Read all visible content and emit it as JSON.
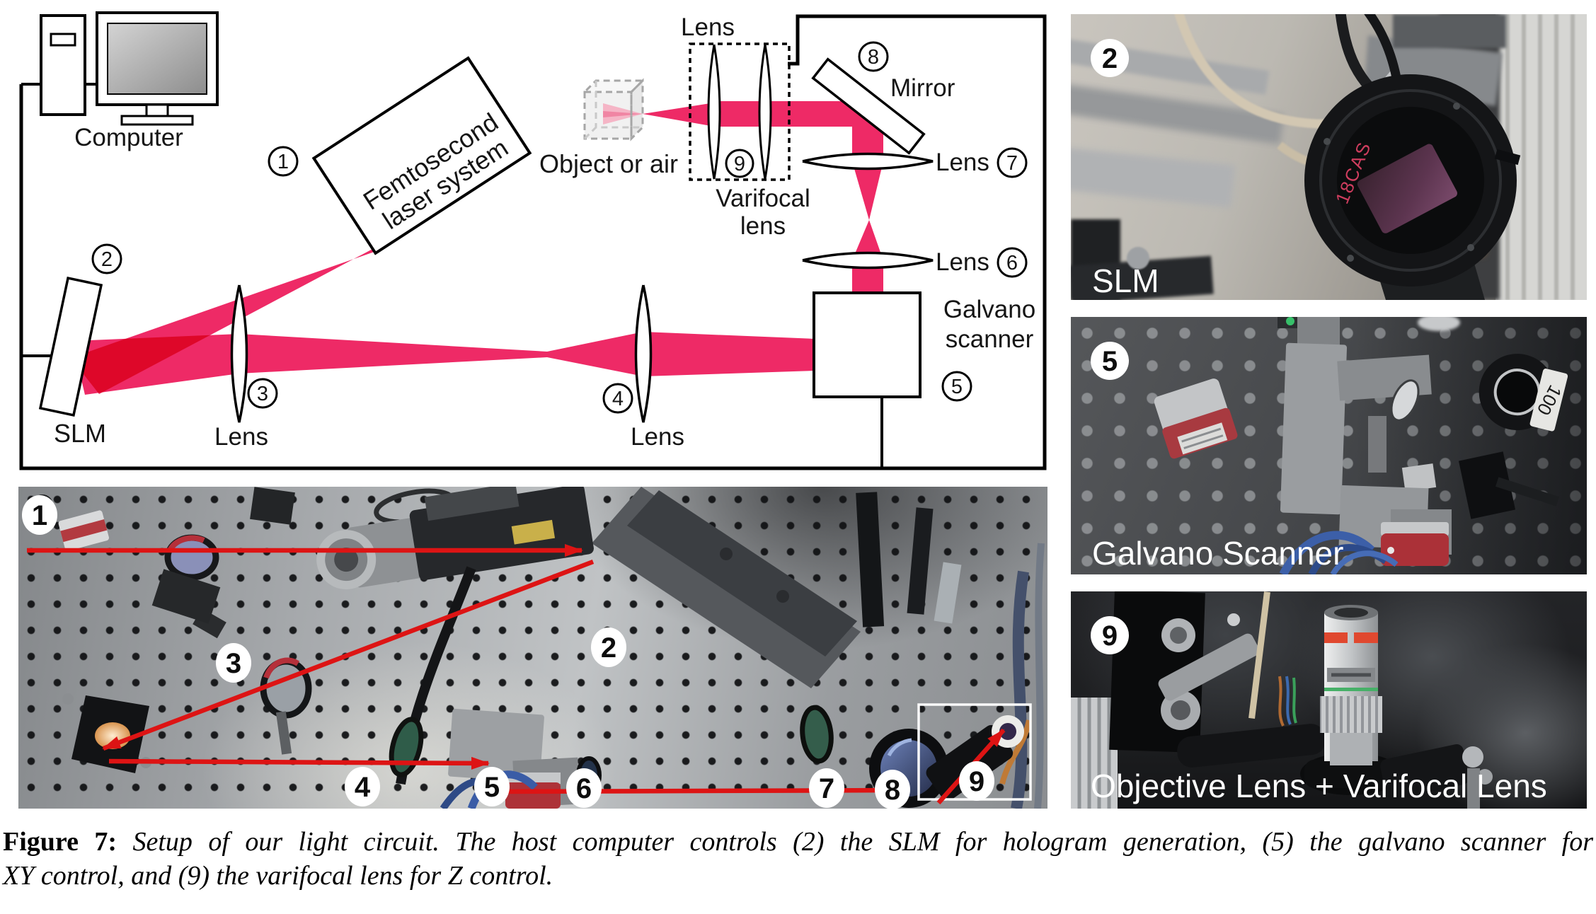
{
  "colors": {
    "beam": "#ee2a66",
    "beam_light": "#f6aabe",
    "beam_pale": "#f07f9f",
    "arrow_red": "#dd1414",
    "wire_black": "#000000"
  },
  "caption": {
    "label": "Figure 7:",
    "line1_rest": "Setup of our light circuit. The host computer controls (2) the SLM for hologram generation, (5) the galvano scanner for",
    "line2": "XY control, and (9) the varifocal lens for Z control."
  },
  "schematic": {
    "computer": "Computer",
    "laser1": "Femtosecond",
    "laser2": "laser system",
    "slm": "SLM",
    "lens_top": "Lens",
    "lens3": "Lens",
    "lens4": "Lens",
    "lens6": "Lens",
    "lens7": "Lens",
    "mirror": "Mirror",
    "varifocal1": "Varifocal",
    "varifocal2": "lens",
    "object": "Object or air",
    "galvano1": "Galvano",
    "galvano2": "scanner",
    "n1": "1",
    "n2": "2",
    "n3": "3",
    "n4": "4",
    "n5": "5",
    "n6": "6",
    "n7": "7",
    "n8": "8",
    "n9": "9"
  },
  "photos": {
    "table_badges": [
      "1",
      "2",
      "3",
      "4",
      "5",
      "6",
      "7",
      "8",
      "9"
    ],
    "slm": {
      "num": "2",
      "label": "SLM",
      "marking": "18CAS"
    },
    "galvano": {
      "num": "5",
      "label": "Galvano Scanner",
      "lens_label": "100"
    },
    "objective": {
      "num": "9",
      "label": "Objective Lens + Varifocal Lens"
    }
  }
}
